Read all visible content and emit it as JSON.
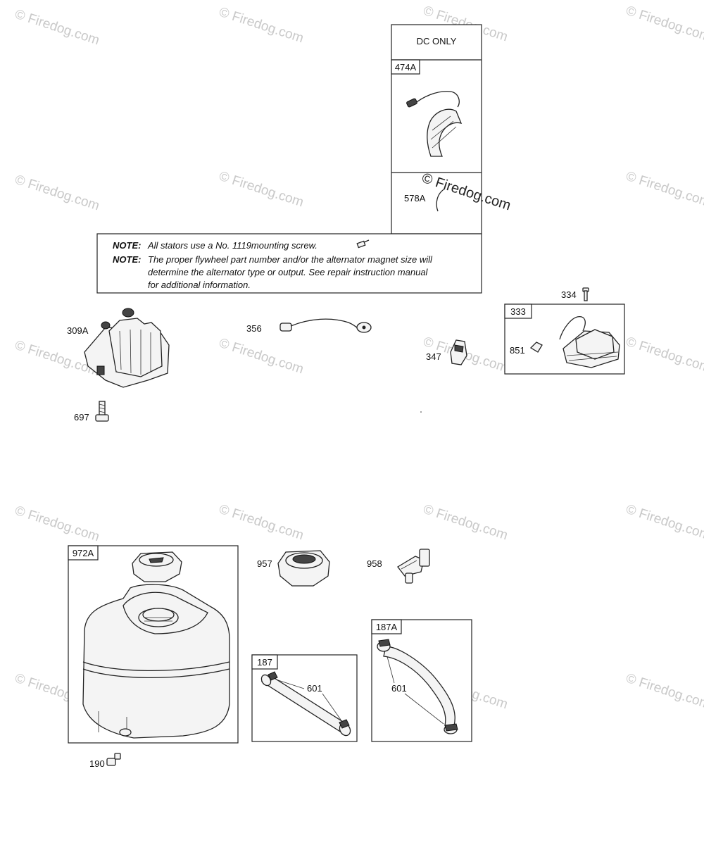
{
  "watermark": "© Firedog.com",
  "center_watermark": "© Firedog.com",
  "dc_box": {
    "title": "DC ONLY",
    "part_a": "474A",
    "part_b": "578A"
  },
  "notes": {
    "label_1": "NOTE:",
    "text_1": "All stators use a No. 1119mounting screw.",
    "label_2": "NOTE:",
    "line_2a": "The proper flywheel part number and/or the alternator magnet size will",
    "line_2b": "determine the alternator type or output. See repair instruction manual",
    "line_2c": "for additional information."
  },
  "parts": {
    "p309A": "309A",
    "p697": "697",
    "p356": "356",
    "p347": "347",
    "p334": "334",
    "p333": "333",
    "p851": "851",
    "p972A": "972A",
    "p957": "957",
    "p958": "958",
    "p187A": "187A",
    "p187": "187",
    "p601a": "601",
    "p601b": "601",
    "p190": "190"
  }
}
